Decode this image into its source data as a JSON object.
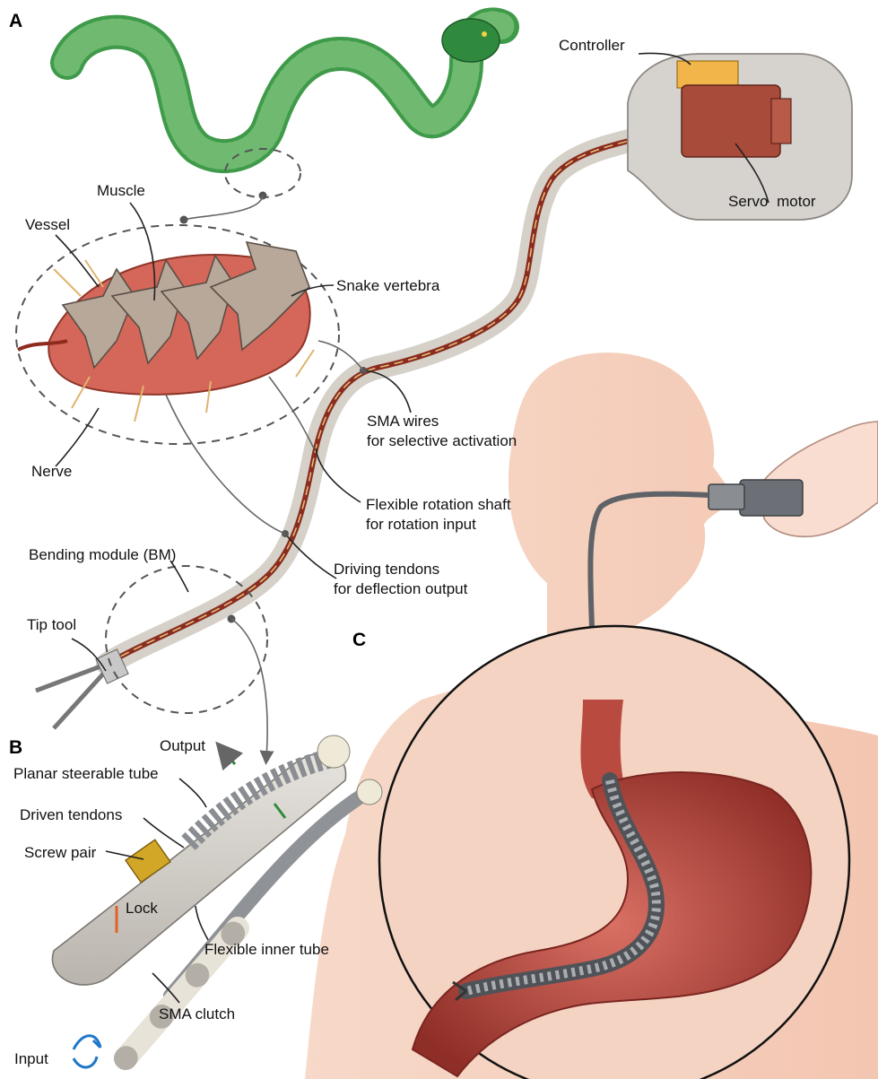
{
  "panels": {
    "a": "A",
    "b": "B",
    "c": "C"
  },
  "labels": {
    "controller": "Controller",
    "servo_motor": "Servo motor",
    "muscle": "Muscle",
    "vessel": "Vessel",
    "snake_vertebra": "Snake vertebra",
    "nerve": "Nerve",
    "sma_wires_1": "SMA wires",
    "sma_wires_2": "for selective activation",
    "flex_shaft_1": "Flexible rotation shaft",
    "flex_shaft_2": "for rotation input",
    "driving_tendons_1": "Driving tendons",
    "driving_tendons_2": "for deflection output",
    "bending_module": "Bending module (BM)",
    "tip_tool": "Tip tool",
    "output": "Output",
    "planar_tube": "Planar steerable tube",
    "driven_tendons": "Driven tendons",
    "screw_pair": "Screw pair",
    "lock": "Lock",
    "flexible_inner_tube": "Flexible inner tube",
    "sma_clutch": "SMA clutch",
    "input": "Input"
  },
  "colors": {
    "snake_green": "#3f9a4a",
    "skin": "#f6d2c0",
    "stomach": "#b5453a",
    "robot_gray": "#7b7f85",
    "muscle_red": "#d4675a",
    "vertebra": "#b7a89a",
    "servo": "#a84b3b",
    "controller": "#f1b54a",
    "arrow_green": "#2e8b3c",
    "arrow_blue": "#1f77c8",
    "lock_orange": "#e0622a"
  }
}
